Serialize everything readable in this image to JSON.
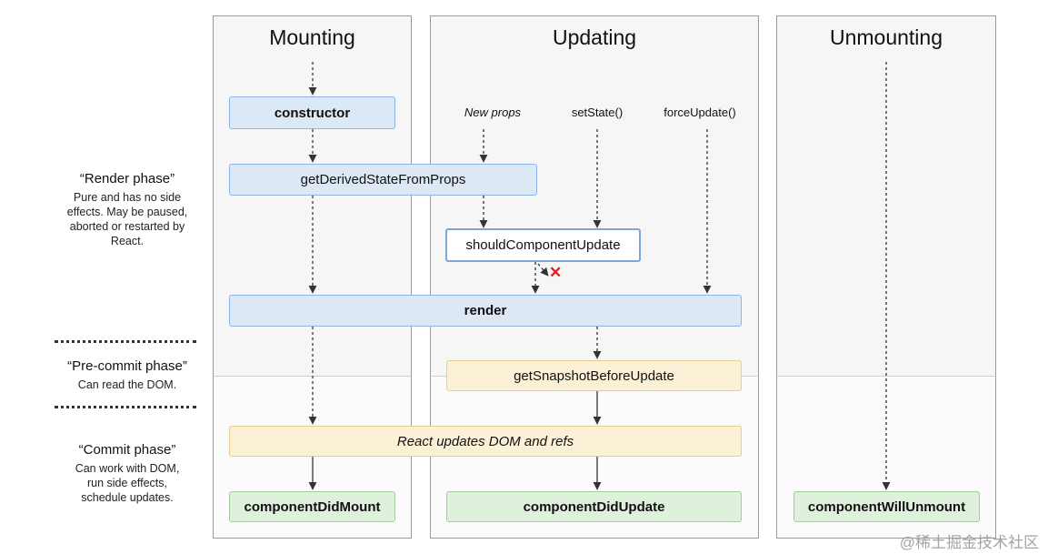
{
  "columns": {
    "mounting": "Mounting",
    "updating": "Updating",
    "unmounting": "Unmounting"
  },
  "phases": {
    "render": {
      "title": "“Render phase”",
      "desc": "Pure and has no side effects. May be paused, aborted or restarted by React."
    },
    "precommit": {
      "title": "“Pre-commit phase”",
      "desc": "Can read the DOM."
    },
    "commit": {
      "title": "“Commit phase”",
      "desc": "Can work with DOM, run side effects, schedule updates."
    }
  },
  "triggers": {
    "new_props": "New props",
    "set_state": "setState()",
    "force_update": "forceUpdate()"
  },
  "methods": {
    "constructor": "constructor",
    "get_derived": "getDerivedStateFromProps",
    "should_update": "shouldComponentUpdate",
    "render": "render",
    "get_snapshot": "getSnapshotBeforeUpdate",
    "dom_update": "React updates DOM and refs",
    "did_mount": "componentDidMount",
    "did_update": "componentDidUpdate",
    "will_unmount": "componentWillUnmount"
  },
  "cancel_mark": "✕",
  "watermark": "@稀土掘金技术社区",
  "colors": {
    "blue_fill": "#dde8f7",
    "yellow_fill": "#fbf1d6",
    "green_fill": "#dff0dc",
    "cancel_red": "#e02020"
  }
}
